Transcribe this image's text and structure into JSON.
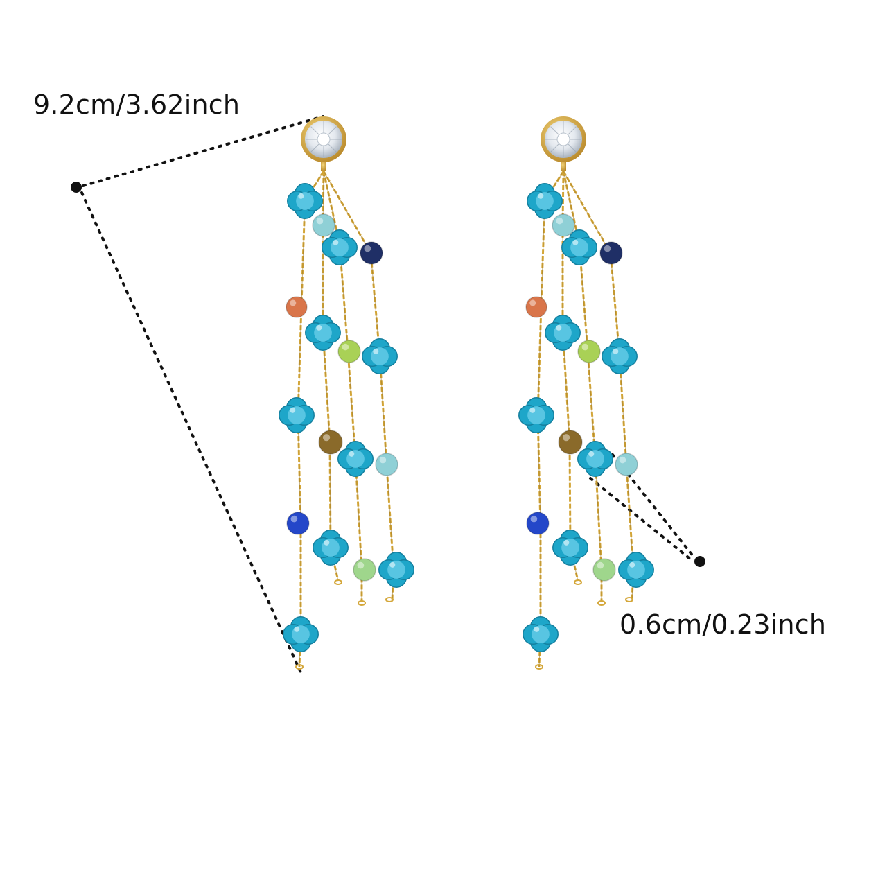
{
  "image": {
    "subject": "pair of dangling tassel drop earrings",
    "background_color": "#ffffff"
  },
  "dimensions": {
    "length_label": "9.2cm/3.62inch",
    "bead_width_label": "0.6cm/0.23inch"
  },
  "colors": {
    "gold": "#d4a73a",
    "turquoise": "#1ea6c9",
    "turquoise_light": "#58c5e2",
    "aqua": "#8fd0d6",
    "navy": "#1f2f66",
    "coral": "#d9754a",
    "lime": "#a9d156",
    "mint": "#9fd68c",
    "amber": "#8a6a2a",
    "cobalt": "#2447c9",
    "crystal": "#e8edf2",
    "measure_line": "#111111"
  }
}
